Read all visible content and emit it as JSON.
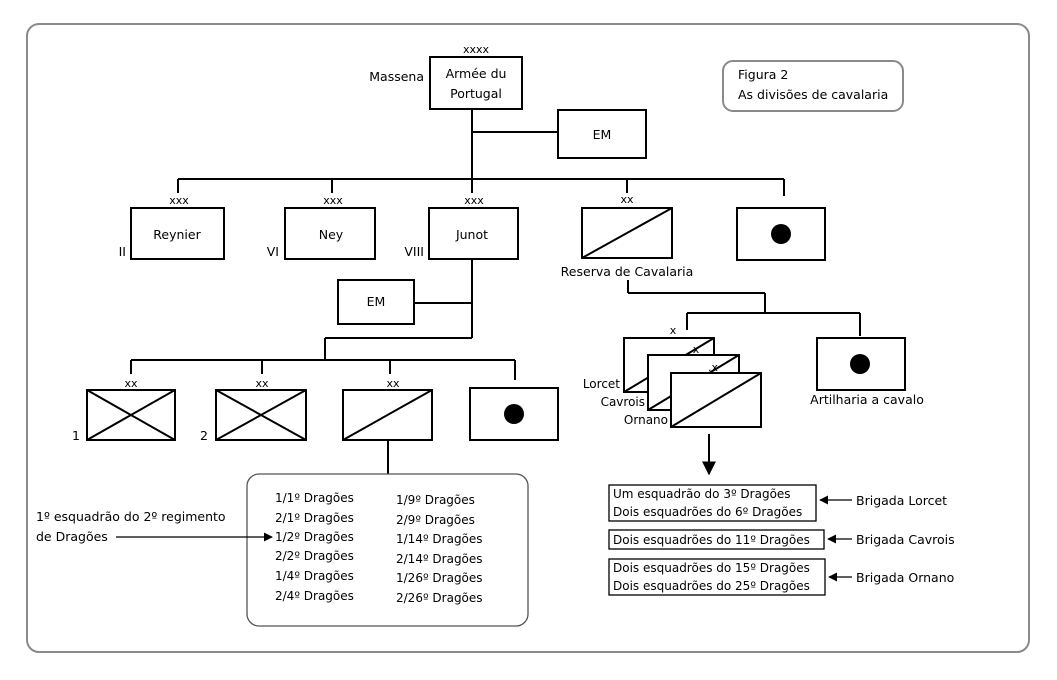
{
  "hq": {
    "echelon": "xxxx",
    "name_line1": "Armée du",
    "name_line2": "Portugal",
    "commander": "Massena"
  },
  "staff_label": "EM",
  "figure_caption": {
    "line1": "Figura 2",
    "line2": "As divisões de cavalaria"
  },
  "corps": [
    {
      "echelon": "xxx",
      "name": "Reynier",
      "number": "II"
    },
    {
      "echelon": "xxx",
      "name": "Ney",
      "number": "VI"
    },
    {
      "echelon": "xxx",
      "name": "Junot",
      "number": "VIII"
    }
  ],
  "cavalry_reserve": {
    "echelon": "xx",
    "label": "Reserva de Cavalaria"
  },
  "junot_divisions": [
    {
      "echelon": "xx",
      "number": "1"
    },
    {
      "echelon": "xx",
      "number": "2"
    },
    {
      "echelon": "xx",
      "number": ""
    }
  ],
  "brigades": {
    "echelon_1": "x",
    "echelon_2": "x",
    "echelon_3": ".x",
    "names": [
      "Lorcet",
      "Cavrois",
      "Ornano"
    ]
  },
  "horse_artillery_label": "Artilharia a cavalo",
  "dragoon_squadrons_col1": [
    "1/1º Dragões",
    "2/1º Dragões",
    "1/2º Dragões",
    "2/2º Dragões",
    "1/4º Dragões",
    "2/4º Dragões"
  ],
  "dragoon_squadrons_col2": [
    "1/9º Dragões",
    "2/9º Dragões",
    "1/14º Dragões",
    "2/14º Dragões",
    "1/26º Dragões",
    "2/26º Dragões"
  ],
  "annotation": {
    "line1": "1º esquadrão do 2º regimento",
    "line2": "de Dragões"
  },
  "brigade_details": [
    {
      "lines": [
        "Um esquadrão do 3º Dragões",
        "Dois esquadrões do 6º Dragões"
      ],
      "brigade": "Brigada Lorcet"
    },
    {
      "lines": [
        "Dois esquadrões do 11º Dragões"
      ],
      "brigade": "Brigada Cavrois"
    },
    {
      "lines": [
        "Dois esquadrões do 15º Dragões",
        "Dois esquadrões do 25º Dragões"
      ],
      "brigade": "Brigada Ornano"
    }
  ]
}
